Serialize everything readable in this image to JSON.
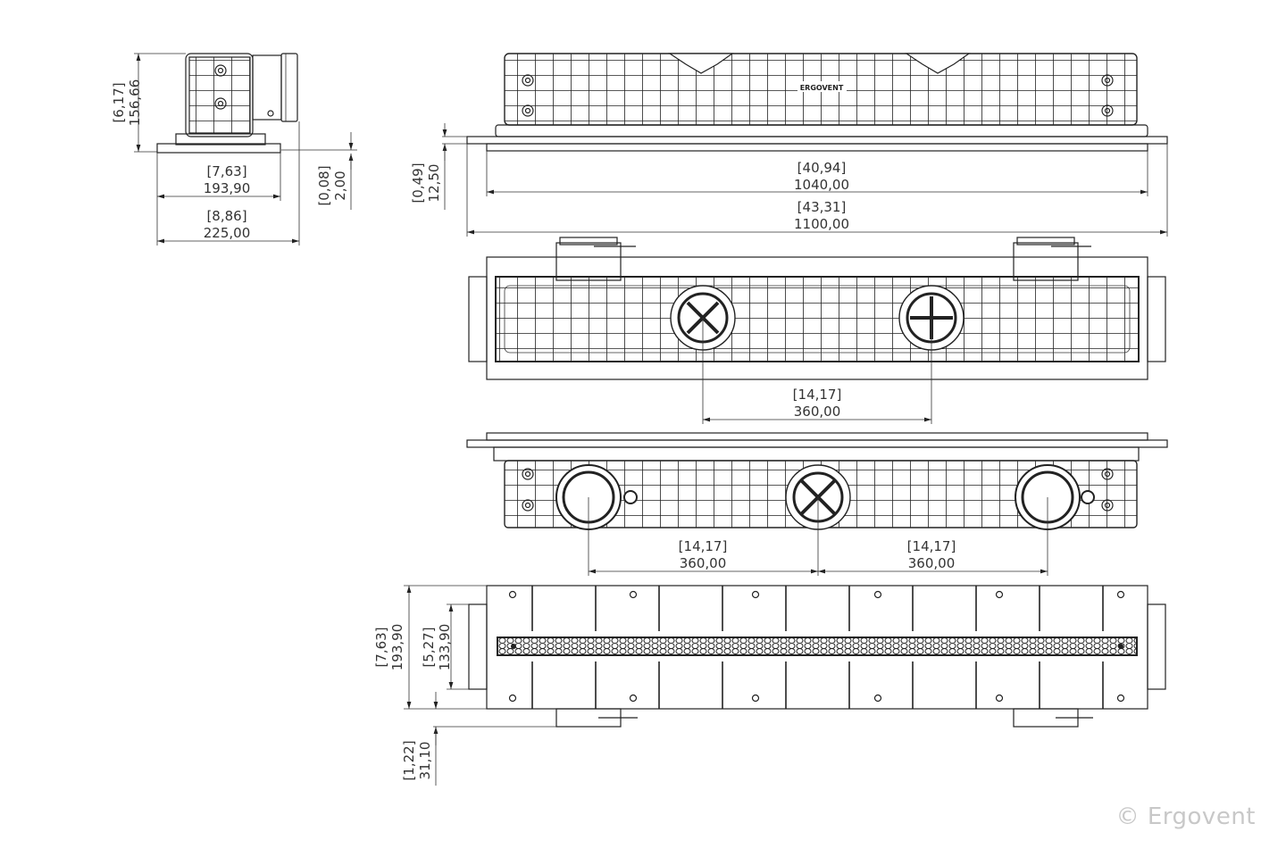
{
  "drawing": {
    "brand_label": "ERGOVENT",
    "copyright": "© Ergovent",
    "side_view": {
      "height": {
        "inch": "[6,17]",
        "mm": "156,66"
      },
      "base_width": {
        "inch": "[7,63]",
        "mm": "193,90"
      },
      "total_width": {
        "inch": "[8,86]",
        "mm": "225,00"
      },
      "flange_thickness": {
        "inch": "[0,08]",
        "mm": "2,00"
      }
    },
    "front_view": {
      "flange_height": {
        "inch": "[0,49]",
        "mm": "12,50"
      },
      "inner_length": {
        "inch": "[40,94]",
        "mm": "1040,00"
      },
      "total_length": {
        "inch": "[43,31]",
        "mm": "1100,00"
      }
    },
    "top_view": {
      "outlet_spacing": {
        "inch": "[14,17]",
        "mm": "360,00"
      }
    },
    "bottom_front_view": {
      "spacing_left": {
        "inch": "[14,17]",
        "mm": "360,00"
      },
      "spacing_right": {
        "inch": "[14,17]",
        "mm": "360,00"
      }
    },
    "plan_view": {
      "total_width": {
        "inch": "[7,63]",
        "mm": "193,90"
      },
      "inner_width": {
        "inch": "[5,27]",
        "mm": "133,90"
      },
      "offset": {
        "inch": "[1,22]",
        "mm": "31,10"
      }
    }
  }
}
